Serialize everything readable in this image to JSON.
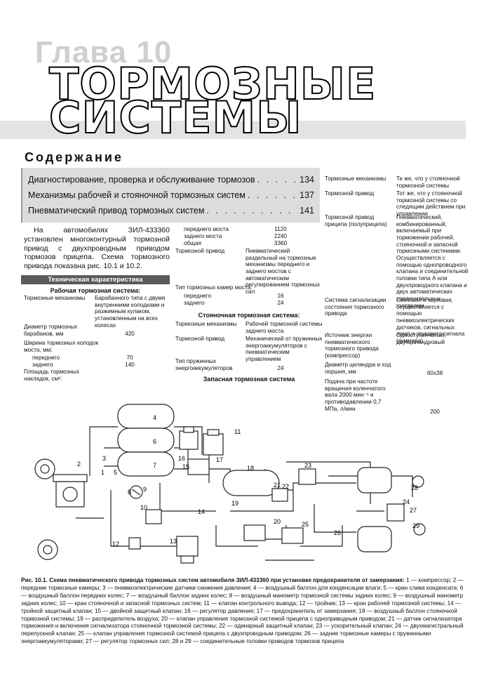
{
  "header": {
    "chapter": "Глава 10",
    "title_line1": "ТОРМОЗНЫЕ",
    "title_line2": "СИСТЕМЫ"
  },
  "contents": {
    "heading": "Содержание",
    "items": [
      {
        "title": "Диагностирование, проверка и обслуживание тормозов",
        "page": "134"
      },
      {
        "title": "Механизмы рабочей и стояночной тормозных систем",
        "page": "137"
      },
      {
        "title": "Пневматический привод тормозных систем",
        "page": "141"
      }
    ]
  },
  "intro": "На автомобилях ЗИЛ-433360 установлен многоконтурный тормозной привод с двухпроводным приводом тормозов прицепа. Схема тормозного привода показана рис. 10.1 и 10.2.",
  "specs": {
    "heading": "Техническая характеристика",
    "working_heading": "Рабочая тормозная система:",
    "tm_label": "Тормозные механизмы",
    "tm_value": "Барабанного типа с двумя внутренними колодками и разжимным кулаком, установленным на всех колесах",
    "drum_label": "Диаметр тормозных барабанов, мм",
    "drum_value": "420",
    "width_label": "Ширина тормозных колодок моста, мм:",
    "front_label": "переднего",
    "front_value": "70",
    "rear_label": "заднего",
    "rear_value": "140",
    "area_label": "Площадь тормозных накладок, см²:",
    "area_front_label": "переднего моста",
    "area_front_value": "1120",
    "area_rear_label": "заднего моста",
    "area_rear_value": "2240",
    "area_total_label": "общая",
    "area_total_value": "3360",
    "drive_label": "Тормозной привод",
    "drive_value": "Пневматический раздельный на тормозные механизмы переднего и заднего мостов с автоматическим регулированием тормозных сил",
    "chamber_label": "Тип тормозных камер моста:",
    "chamber_front_label": "переднего",
    "chamber_front_value": "16",
    "chamber_rear_label": "заднего",
    "chamber_rear_value": "24",
    "parking_heading": "Стояночная тормозная система:",
    "p_tm_label": "Тормозные механизмы",
    "p_tm_value": "Рабочей тормозной системы заднего моста",
    "p_drive_label": "Тормозной привод",
    "p_drive_value": "Механический от пружинных энергоаккумуляторов с пневматическим управлением",
    "spring_label": "Тип пружинных энергоаккумуляторов",
    "spring_value": "24",
    "reserve_heading": "Запасная тормозная система",
    "r_tm_label": "Тормозные механизмы",
    "r_tm_value": "Те же, что у стояночной тормозной системы",
    "r_drive_label": "Тормозной привод",
    "r_drive_value": "Тот же, что у стояночной тормозной системы со следящим действием при управлении",
    "trailer_label": "Тормозной привод прицепа (полуприцепа)",
    "trailer_value": "Пневматический, комбинированный, включаемый при торможении рабочей, стояночной и запасной тормозными системами. Осуществляется с помощью однопроводного клапана и соединительной головки типа А или двухпроводного клапана и двух автоматических соединительных головками",
    "signal_label": "Система сигнализации состояния тормозного привода",
    "signal_value": "Световая и звуковая, осуществляется с помощью пневмоэлектрических датчиков, сигнальных ламп и звукового сигнала (зуммера)",
    "source_label": "Источник энергии пневматического тормозного привода (компрессор)",
    "source_value": "Одноступенчатый, двухцилиндровый",
    "cyl_label": "Диаметр цилиндра и ход поршня, мм",
    "cyl_value": "60x38",
    "flow_label": "Подача при частоте вращения коленчатого вала 2000 мин⁻¹ и противодавлении 0,7 МПа, л/мин",
    "flow_value": "200"
  },
  "diagram": {
    "labels": [
      "1",
      "2",
      "3",
      "4",
      "5",
      "6",
      "7",
      "8",
      "9",
      "10",
      "11",
      "12",
      "13",
      "14",
      "15",
      "16",
      "17",
      "18",
      "19",
      "20",
      "21",
      "22",
      "23",
      "24",
      "25",
      "26",
      "27",
      "28",
      "29"
    ]
  },
  "caption": {
    "lead": "Рис. 10.1. Схема пневматического привода тормозных систем автомобиля ЗИЛ-433360 при установке предохранителя от замерзания:",
    "text": " 1 — компрессор; 2 — передние тормозные камеры; 3 — пневмоэлектрические датчики снижения давления; 4 — воздушный баллон для конденсации влаги; 5 — кран слива конденсата; 6 — воздушный баллон передних колес; 7 — воздушный баллон задних колес; 8 — воздушный манометр тормозной системы задних колес; 9 — воздушный манометр задних колес; 10 — кран стояночной и запасной тормозных систем; 11 — клапан контрольного вывода; 12 — тройник; 13 — кран рабочей тормозной системы; 14 — тройной защитный клапан; 15 — двойной защитный клапан; 16 — регулятор давления; 17 — предохранитель от замерзания; 18 — воздушный баллон стояночной тормозной системы; 19 — распределитель воздуха; 20 — клапан управления тормозной системой прицепа с одноприводным приводом; 21 — датчик сигнализатора торможения и включения сигнализатора стояночной тормозной системы; 22 — одинарный защитный клапан; 23 — ускорительный клапан; 24 — двухмагистральный перепускной клапан; 25 — клапан управления тормозной системой прицепа с двухпроводным приводом; 26 — задние тормозные камеры с пружинными энергоаккумуляторами; 27 — регулятор тормозных сил; 28 и 29 — соединительные головки приводов тормозов прицепа"
  }
}
